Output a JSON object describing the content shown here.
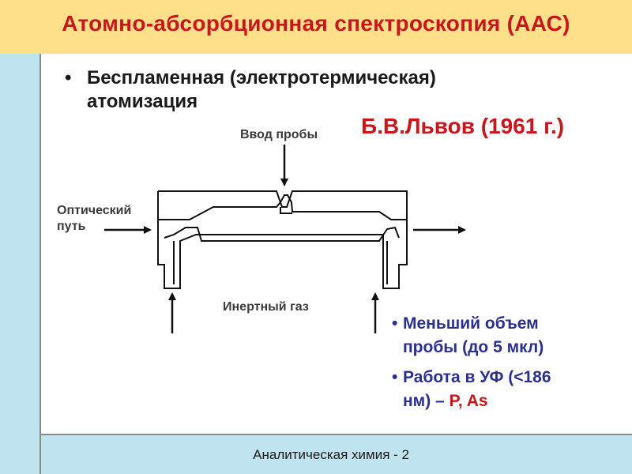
{
  "title": "Атомно-абсорбционная спектроскопия (ААС)",
  "main_bullet": {
    "marker": "•",
    "line1": "Беспламенная (электротермическая)",
    "line2": "атомизация"
  },
  "author": "Б.В.Львов (1961 г.)",
  "diagram": {
    "sample_input_label": "Ввод пробы",
    "optical_path_line1": "Оптический",
    "optical_path_line2": "путь",
    "inert_gas_label": "Инертный газ"
  },
  "notes": [
    {
      "marker": "•",
      "line1": "Меньший объем",
      "line2": "пробы (до 5 мкл)"
    },
    {
      "marker": "•",
      "line1": "Работа в УФ (<186",
      "line2_prefix": "нм) – ",
      "line2_highlight": "P, As"
    }
  ],
  "footer": "Аналитическая химия - 2",
  "colors": {
    "title": "#c8161d",
    "title_bar": "#ffe08a",
    "side_band": "#bfe3ef",
    "notes_text": "#2c2f8c",
    "highlight": "#c8161d"
  }
}
